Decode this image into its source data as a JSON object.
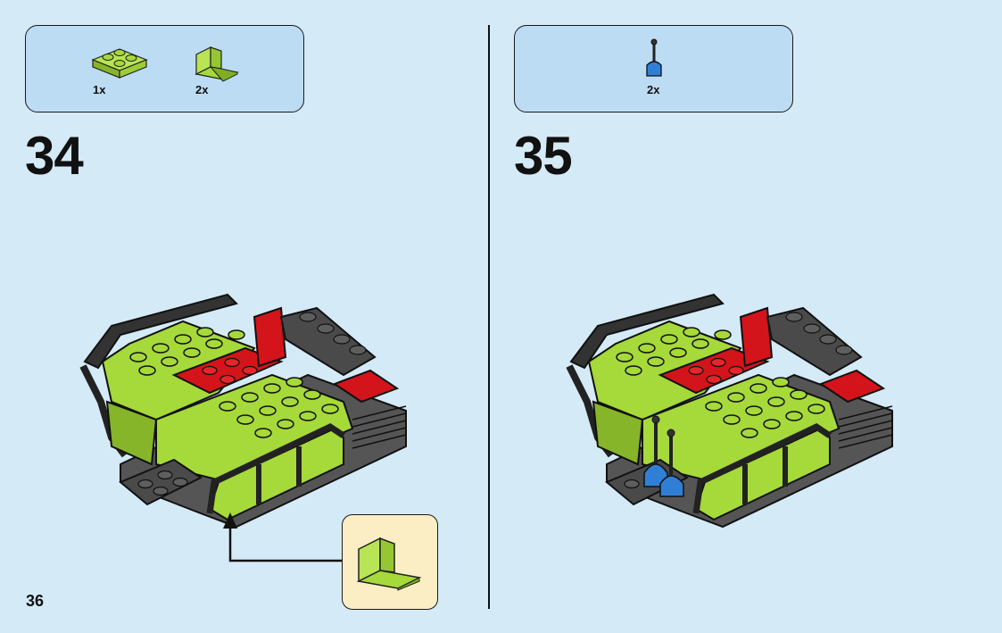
{
  "page_number": "36",
  "steps": [
    {
      "number": "34",
      "parts": [
        {
          "icon": "lime-2x2-plate-icon",
          "quantity": "1x"
        },
        {
          "icon": "lime-angle-bracket-icon",
          "quantity": "2x"
        }
      ],
      "callout_part": "lime-angle-bracket-icon"
    },
    {
      "number": "35",
      "parts": [
        {
          "icon": "blue-lever-control-icon",
          "quantity": "2x"
        }
      ]
    }
  ],
  "colors": {
    "background": "#d4eaf7",
    "parts_box": "#bcdcf3",
    "callout_box": "#fbeec4",
    "lime": "#a6d93a",
    "red": "#d3141b",
    "dark_gray": "#4a4a4a",
    "blue": "#2f7fd6"
  }
}
